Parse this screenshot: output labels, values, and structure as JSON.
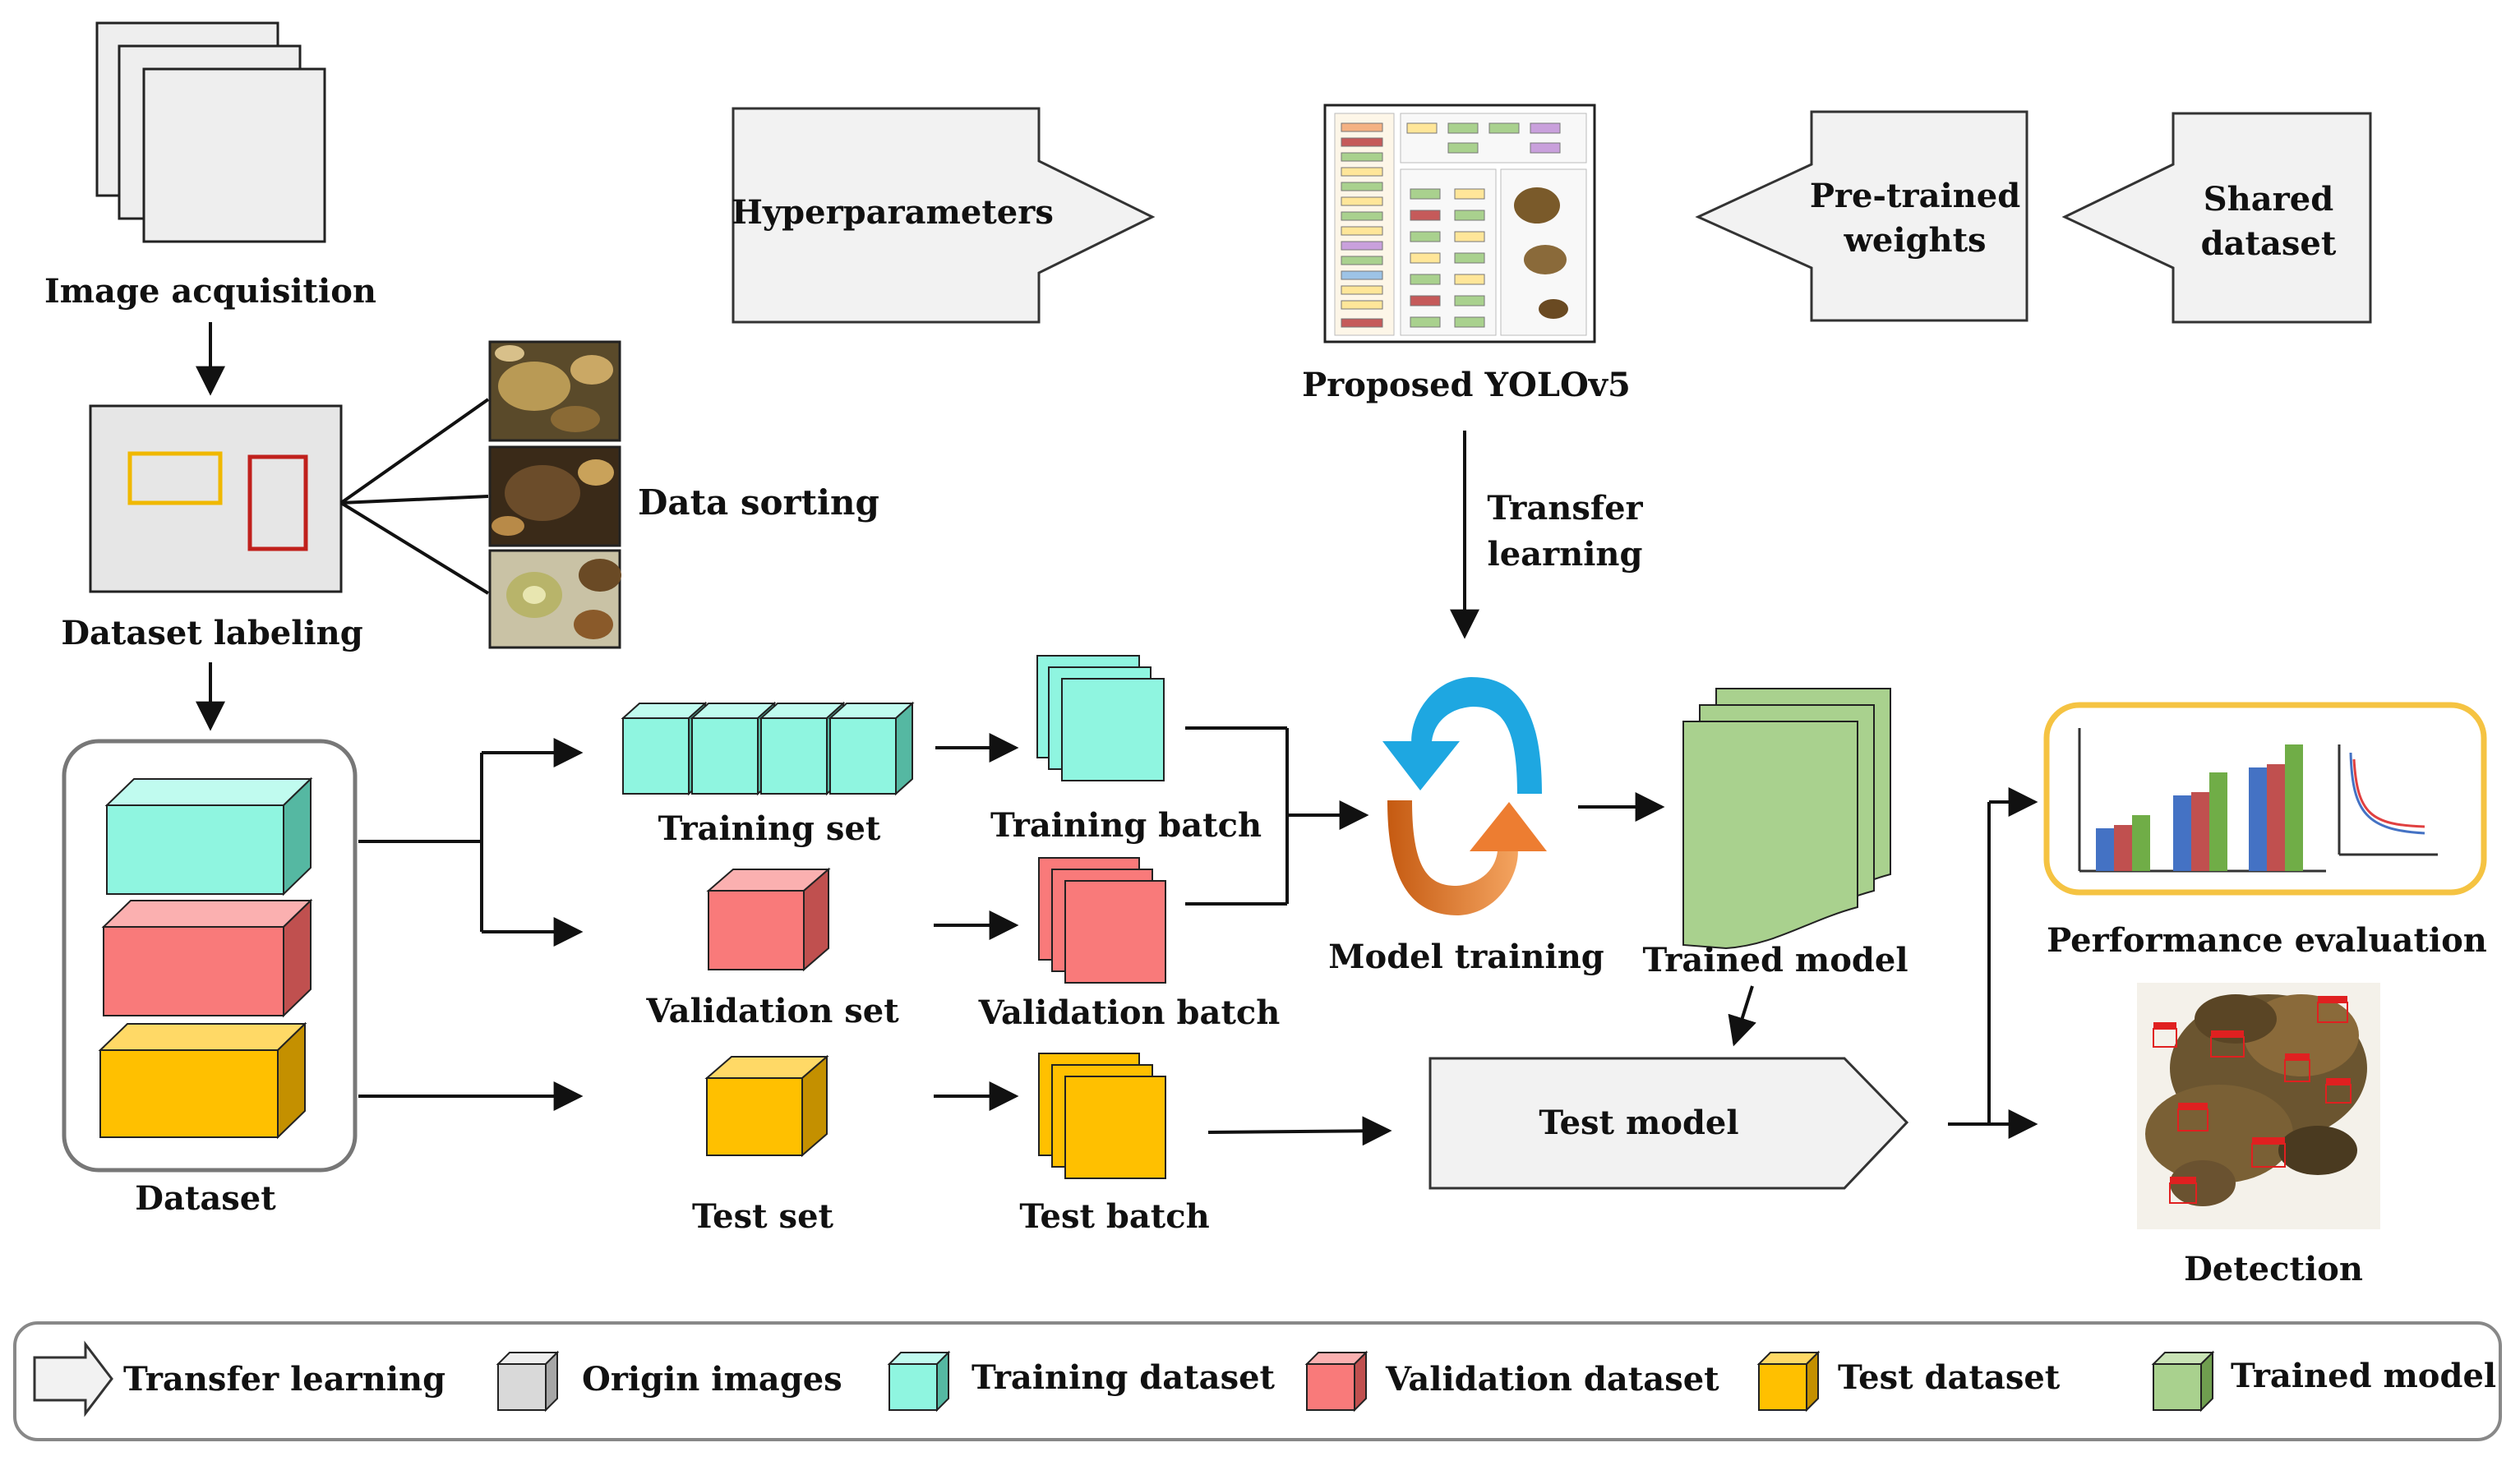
{
  "labels": {
    "image_acquisition": "Image acquisition",
    "dataset_labeling": "Dataset labeling",
    "data_sorting": "Data sorting",
    "dataset": "Dataset",
    "hyperparameters": "Hyperparameters",
    "proposed_yolov5": "Proposed YOLOv5",
    "pretrained_line1": "Pre-trained",
    "pretrained_line2": "weights",
    "shared_line1": "Shared",
    "shared_line2": "dataset",
    "transfer_line1": "Transfer",
    "transfer_line2": "learning",
    "training_set": "Training set",
    "training_batch": "Training batch",
    "validation_set": "Validation set",
    "validation_batch": "Validation batch",
    "test_set": "Test set",
    "test_batch": "Test batch",
    "model_training": "Model training",
    "trained_model": "Trained model",
    "test_model": "Test model",
    "performance_evaluation": "Performance evaluation",
    "detection": "Detection"
  },
  "legend": [
    {
      "label": "Transfer learning",
      "shape": "arrow",
      "color": "#f2f2f2"
    },
    {
      "label": "Origin images",
      "shape": "cube",
      "color": "#d9d9d9"
    },
    {
      "label": "Training dataset",
      "shape": "cube",
      "color": "#8ff5e0"
    },
    {
      "label": "Validation dataset",
      "shape": "cube",
      "color": "#f97a7a"
    },
    {
      "label": "Test dataset",
      "shape": "cube",
      "color": "#ffc000"
    },
    {
      "label": "Trained model",
      "shape": "cube",
      "color": "#a9d18e"
    }
  ],
  "colors": {
    "training": "#8ff5e0",
    "validation": "#f97a7a",
    "test": "#ffc000",
    "trained": "#a9d18e",
    "origin": "#d9d9d9",
    "transfer": "#f2f2f2",
    "cycle_blue": "#1ea7e1",
    "cycle_orange": "#ed7d31",
    "eval_border": "#f5c342"
  },
  "icons": {
    "label_box_1": "bounding-box-yellow",
    "label_box_2": "bounding-box-red",
    "cycle": "refresh-cycle-icon",
    "bar_chart": "bar-chart-icon",
    "loss_curve": "loss-curve-icon"
  }
}
